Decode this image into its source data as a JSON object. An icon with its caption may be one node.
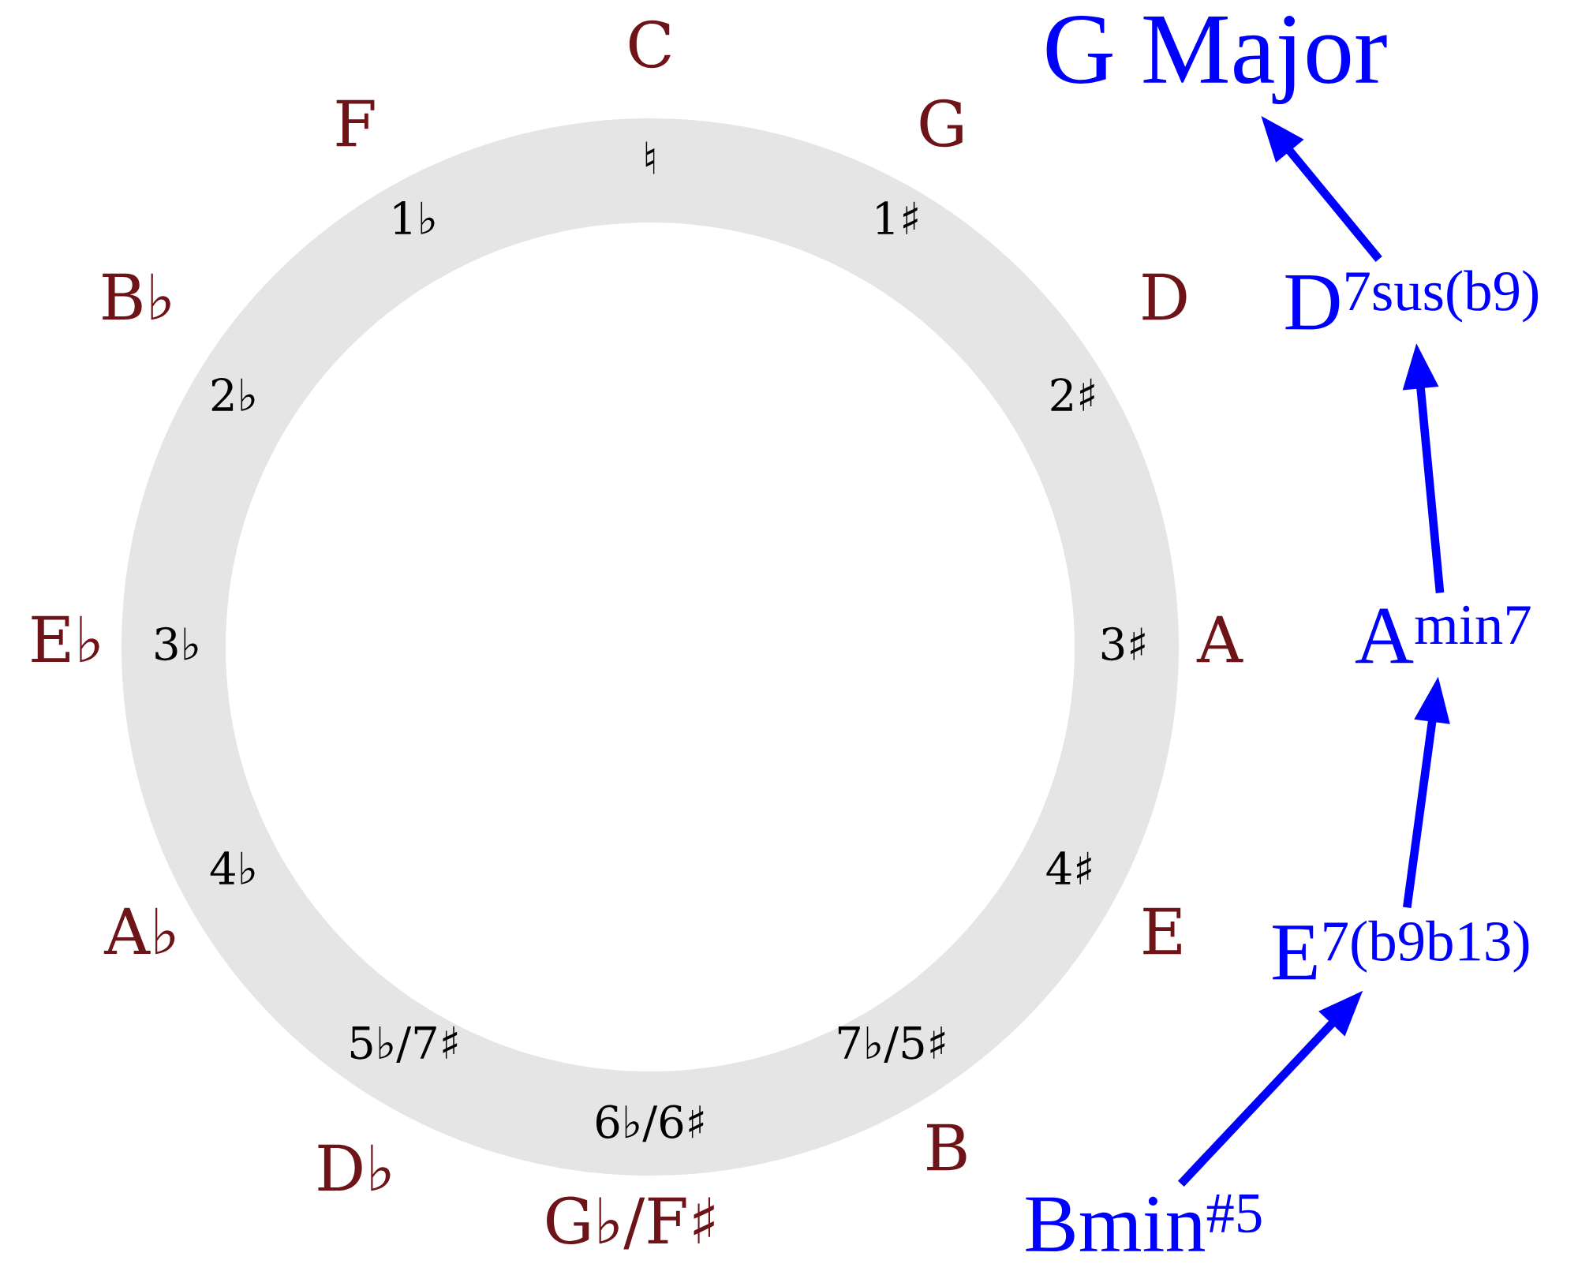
{
  "diagram": {
    "nodes": [
      {
        "text": [
          "G Major"
        ]
      },
      {
        "text": [
          "D$^{7sus(b9)}$"
        ]
      },
      {
        "text": [
          "A$^{min7}$"
        ]
      },
      {
        "text": [
          "E$^{7(b9b13)}$"
        ]
      },
      {
        "text": [
          "Bmin$^{#5}$"
        ]
      }
    ],
    "edges": [
      {
        "from": 4,
        "to": 3,
        "arrow": "to"
      },
      {
        "from": 3,
        "to": 2,
        "arrow": "to"
      },
      {
        "from": 2,
        "to": 1,
        "arrow": "to"
      },
      {
        "from": 1,
        "to": 0,
        "arrow": "to"
      }
    ],
    "labels": [
      "C",
      "G",
      "D",
      "A",
      "E",
      "B",
      "G♭/F♯",
      "D♭",
      "A♭",
      "E♭",
      "B♭",
      "F",
      "♮",
      "1♯",
      "2♯",
      "3♯",
      "4♯",
      "7♭/5♯",
      "6♭/6♯",
      "5♭/7♯",
      "4♭",
      "3♭",
      "2♭",
      "1♭"
    ]
  }
}
